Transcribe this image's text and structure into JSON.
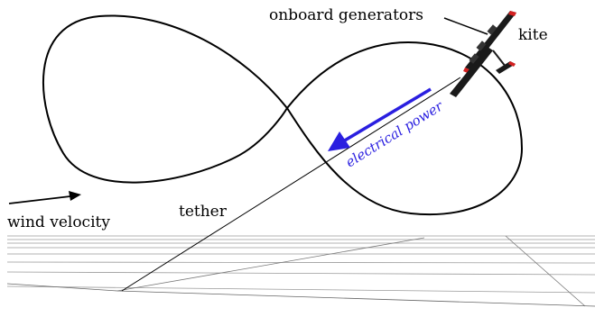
{
  "labels": {
    "onboard_generators": "onboard generators",
    "kite": "kite",
    "electrical_power": "electrical power",
    "wind_velocity": "wind velocity",
    "tether": "tether"
  },
  "colors": {
    "path": "#000000",
    "power_arrow": "#2a1fe0",
    "kite_body": "#1a1a1a",
    "kite_tips": "#d42020",
    "grid": "#9a9a9a"
  }
}
